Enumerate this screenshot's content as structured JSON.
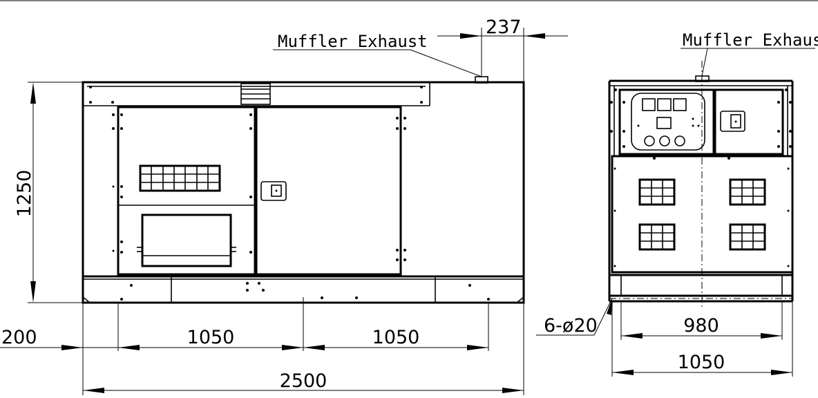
{
  "annotations": {
    "muffler_front": "Muffler Exhaust",
    "muffler_side": "Muffler Exhaust",
    "hole_spec": "6-ø20"
  },
  "dimensions": {
    "muffler_offset": "237",
    "height": "1250",
    "front_left_offset": "200",
    "front_span_1": "1050",
    "front_span_2": "1050",
    "front_total": "2500",
    "side_inner": "980",
    "side_outer": "1050"
  },
  "colors": {
    "line": "#000000",
    "background": "#ffffff"
  }
}
